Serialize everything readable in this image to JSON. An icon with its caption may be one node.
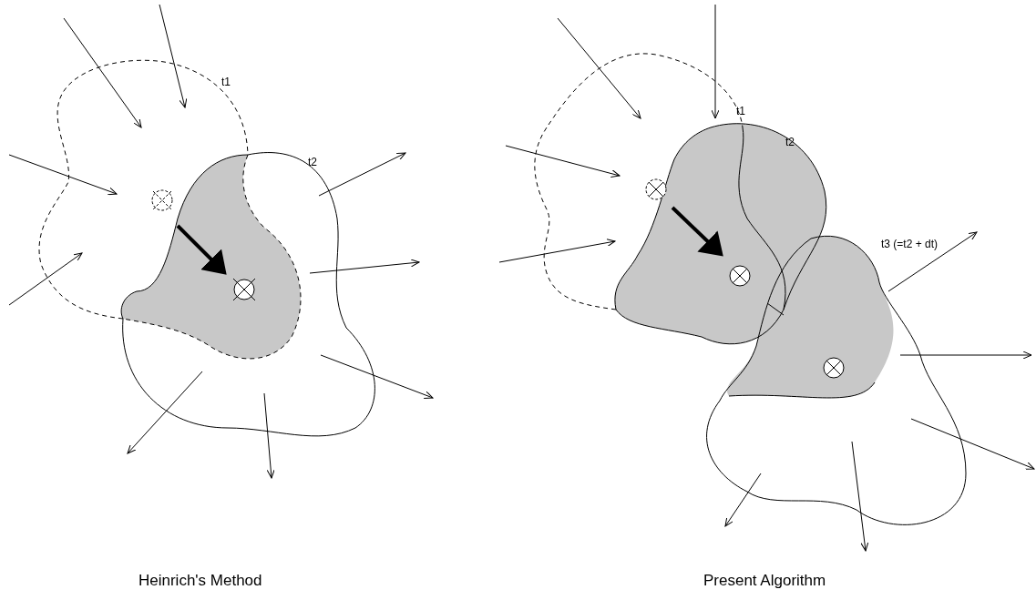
{
  "diagram": {
    "labels": [
      "t1",
      "t2",
      "Heinrich's Method",
      "t1",
      "t2",
      "t3 (=t2 + dt)",
      "Present Algorithm"
    ]
  }
}
